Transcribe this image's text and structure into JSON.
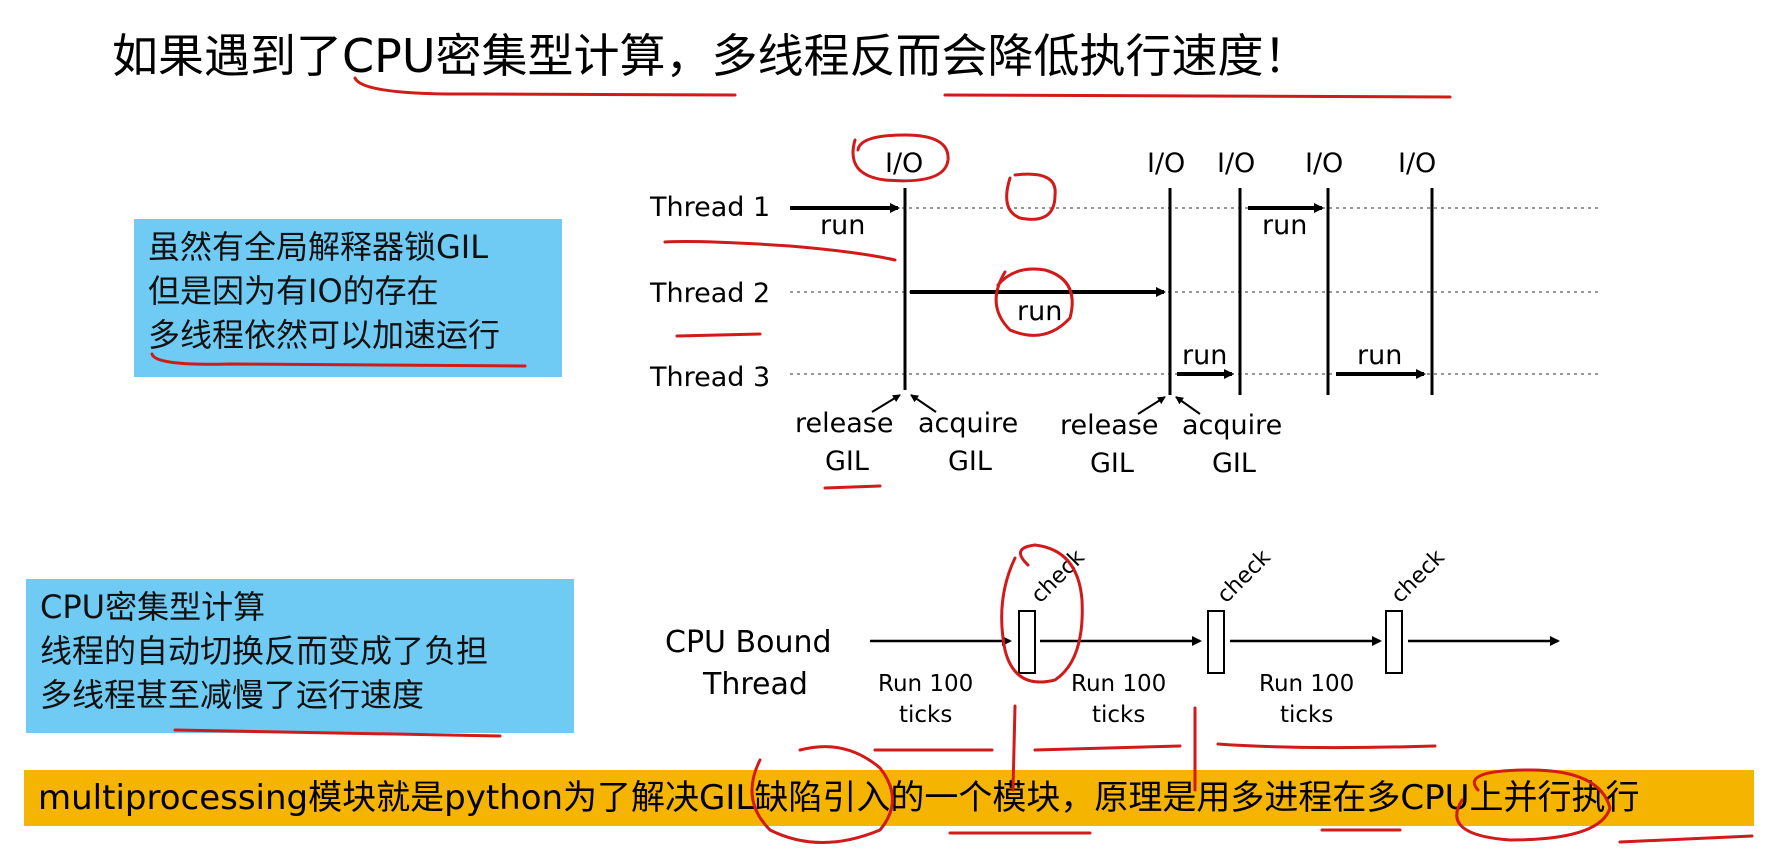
{
  "title": "如果遇到了CPU密集型计算，多线程反而会降低执行速度！",
  "note_io": {
    "lines": [
      "虽然有全局解释器锁GIL",
      "但是因为有IO的存在",
      "多线程依然可以加速运行"
    ]
  },
  "note_cpu": {
    "lines": [
      "CPU密集型计算",
      "线程的自动切换反而变成了负担",
      "多线程甚至减慢了运行速度"
    ]
  },
  "banner": "multiprocessing模块就是python为了解决GIL缺陷引入的一个模块，原理是用多进程在多CPU上并行执行",
  "gil_diagram": {
    "threads": [
      "Thread 1",
      "Thread 2",
      "Thread 3"
    ],
    "io_label": "I/O",
    "run_label": "run",
    "release_label": [
      "release",
      "GIL"
    ],
    "acquire_label": [
      "acquire",
      "GIL"
    ]
  },
  "cpu_diagram": {
    "thread_label": [
      "CPU Bound",
      "Thread"
    ],
    "check_label": "check",
    "ticks_label": [
      "Run 100",
      "ticks"
    ]
  },
  "colors": {
    "note_bg": "#6fcbf4",
    "banner_bg": "#f4b400",
    "annotation": "#d11a1a"
  }
}
